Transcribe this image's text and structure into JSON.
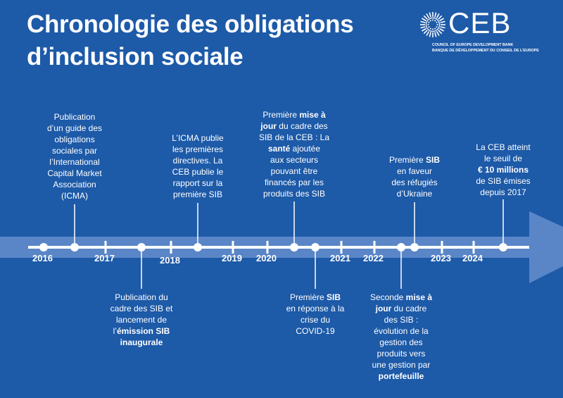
{
  "title": {
    "line1": "Chronologie des obligations",
    "line2": "d’inclusion sociale"
  },
  "logo": {
    "name": "CEB",
    "sub_en": "COUNCIL OF EUROPE DEVELOPMENT BANK",
    "sub_fr": "BANQUE DE DÉVELOPPEMENT DU CONSEIL DE L’EUROPE"
  },
  "colors": {
    "background": "#1d5aa8",
    "arrow": "#5a86c8",
    "line": "#ffffff"
  },
  "years": [
    "2016",
    "2017",
    "2018",
    "2019",
    "2020",
    "2021",
    "2022",
    "2023",
    "2024"
  ],
  "events": [
    {
      "id": "guide-icma",
      "lines": [
        [
          {
            "t": "Publication"
          }
        ],
        [
          {
            "t": "d’un guide des"
          }
        ],
        [
          {
            "t": "obligations"
          }
        ],
        [
          {
            "t": "sociales par"
          }
        ],
        [
          {
            "t": "l’International"
          }
        ],
        [
          {
            "t": "Capital Market"
          }
        ],
        [
          {
            "t": "Association"
          }
        ],
        [
          {
            "t": "(ICMA)"
          }
        ]
      ]
    },
    {
      "id": "icma-directives",
      "lines": [
        [
          {
            "t": "L’ICMA publie"
          }
        ],
        [
          {
            "t": "les premières"
          }
        ],
        [
          {
            "t": "directives. La"
          }
        ],
        [
          {
            "t": "CEB publie le"
          }
        ],
        [
          {
            "t": "rapport sur la"
          }
        ],
        [
          {
            "t": "première SIB"
          }
        ]
      ]
    },
    {
      "id": "mise-a-jour-sante",
      "lines": [
        [
          {
            "t": "Première "
          },
          {
            "t": "mise à",
            "b": true
          }
        ],
        [
          {
            "t": "jour",
            "b": true
          },
          {
            "t": " du cadre des"
          }
        ],
        [
          {
            "t": "SIB de la CEB : La"
          }
        ],
        [
          {
            "t": "santé",
            "b": true
          },
          {
            "t": " ajoutée"
          }
        ],
        [
          {
            "t": "aux secteurs"
          }
        ],
        [
          {
            "t": "pouvant être"
          }
        ],
        [
          {
            "t": "financés par les"
          }
        ],
        [
          {
            "t": "produits des SIB"
          }
        ]
      ]
    },
    {
      "id": "sib-ukraine",
      "lines": [
        [
          {
            "t": "Première "
          },
          {
            "t": "SIB",
            "b": true
          }
        ],
        [
          {
            "t": "en faveur"
          }
        ],
        [
          {
            "t": "des réfugiés"
          }
        ],
        [
          {
            "t": "d’Ukraine"
          }
        ]
      ]
    },
    {
      "id": "seuil-10-millions",
      "lines": [
        [
          {
            "t": "La CEB atteint"
          }
        ],
        [
          {
            "t": "le seuil de"
          }
        ],
        [
          {
            "t": "€ 10 millions",
            "b": true
          }
        ],
        [
          {
            "t": "de SIB émises"
          }
        ],
        [
          {
            "t": "depuis 2017"
          }
        ]
      ]
    },
    {
      "id": "cadre-emission-inaugurale",
      "lines": [
        [
          {
            "t": "Publication du"
          }
        ],
        [
          {
            "t": "cadre des SIB et"
          }
        ],
        [
          {
            "t": "lancement de"
          }
        ],
        [
          {
            "t": "l’"
          },
          {
            "t": "émission SIB",
            "b": true
          }
        ],
        [
          {
            "t": "inaugurale",
            "b": true
          }
        ]
      ]
    },
    {
      "id": "sib-covid",
      "lines": [
        [
          {
            "t": "Première "
          },
          {
            "t": "SIB",
            "b": true
          }
        ],
        [
          {
            "t": "en réponse à la"
          }
        ],
        [
          {
            "t": "crise du"
          }
        ],
        [
          {
            "t": "COVID-19"
          }
        ]
      ]
    },
    {
      "id": "seconde-mise-a-jour",
      "lines": [
        [
          {
            "t": "Seconde "
          },
          {
            "t": "mise à",
            "b": true
          }
        ],
        [
          {
            "t": "jour",
            "b": true
          },
          {
            "t": " du cadre"
          }
        ],
        [
          {
            "t": "des SIB :"
          }
        ],
        [
          {
            "t": "évolution de la"
          }
        ],
        [
          {
            "t": "gestion des"
          }
        ],
        [
          {
            "t": "produits vers"
          }
        ],
        [
          {
            "t": "une gestion par"
          }
        ],
        [
          {
            "t": "portefeuille",
            "b": true
          }
        ]
      ]
    }
  ]
}
